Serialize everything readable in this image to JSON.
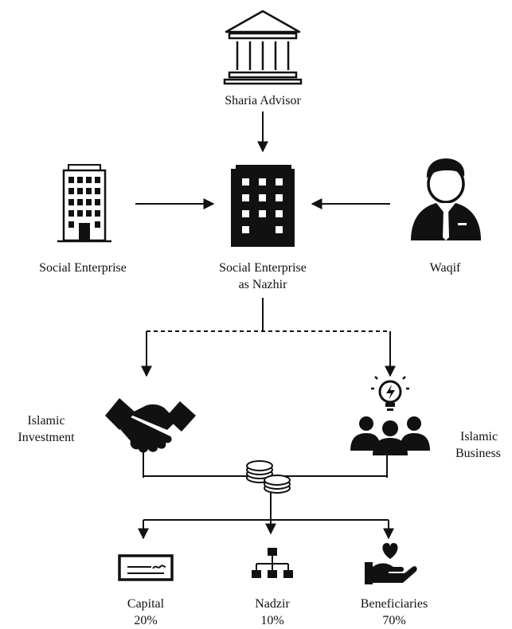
{
  "nodes": {
    "sharia_advisor": {
      "label": "Sharia Advisor",
      "icon": "bank-building-icon"
    },
    "social_enterprise": {
      "label": "Social Enterprise",
      "icon": "office-building-icon"
    },
    "nazhir": {
      "line1": "Social Enterprise",
      "line2": "as Nazhir",
      "icon": "dark-building-icon"
    },
    "waqif": {
      "label": "Waqif",
      "icon": "businessman-icon"
    },
    "islamic_investment": {
      "line1": "Islamic",
      "line2": "Investment",
      "icon": "handshake-icon"
    },
    "islamic_business": {
      "line1": "Islamic",
      "line2": "Business",
      "icon": "team-idea-icon"
    },
    "fund_pool": {
      "icon": "coins-icon"
    }
  },
  "distribution": [
    {
      "name": "Capital",
      "share": "20%",
      "icon": "cheque-icon"
    },
    {
      "name": "Nadzir",
      "share": "10%",
      "icon": "org-chart-icon"
    },
    {
      "name": "Beneficiaries",
      "share": "70%",
      "icon": "heart-hand-icon"
    }
  ],
  "colors": {
    "ink": "#111111",
    "background": "#ffffff"
  }
}
